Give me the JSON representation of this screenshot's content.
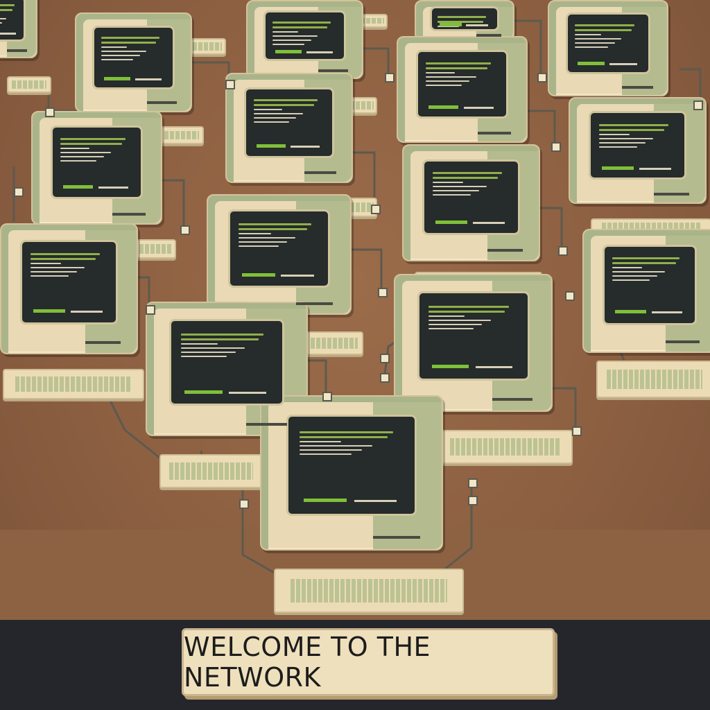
{
  "scene": {
    "subject": "network of retro computers",
    "computer_count": 16
  },
  "sign": {
    "label": "WELCOME TO THE NETWORK"
  },
  "colors": {
    "background": "#8c5f41",
    "floor": "#24262c",
    "monitor_cream": "#e9d9b4",
    "monitor_green": "#a9b588",
    "screen": "#262b2b",
    "terminal_green": "#7fbf3a",
    "wire": "#5a5a52"
  }
}
